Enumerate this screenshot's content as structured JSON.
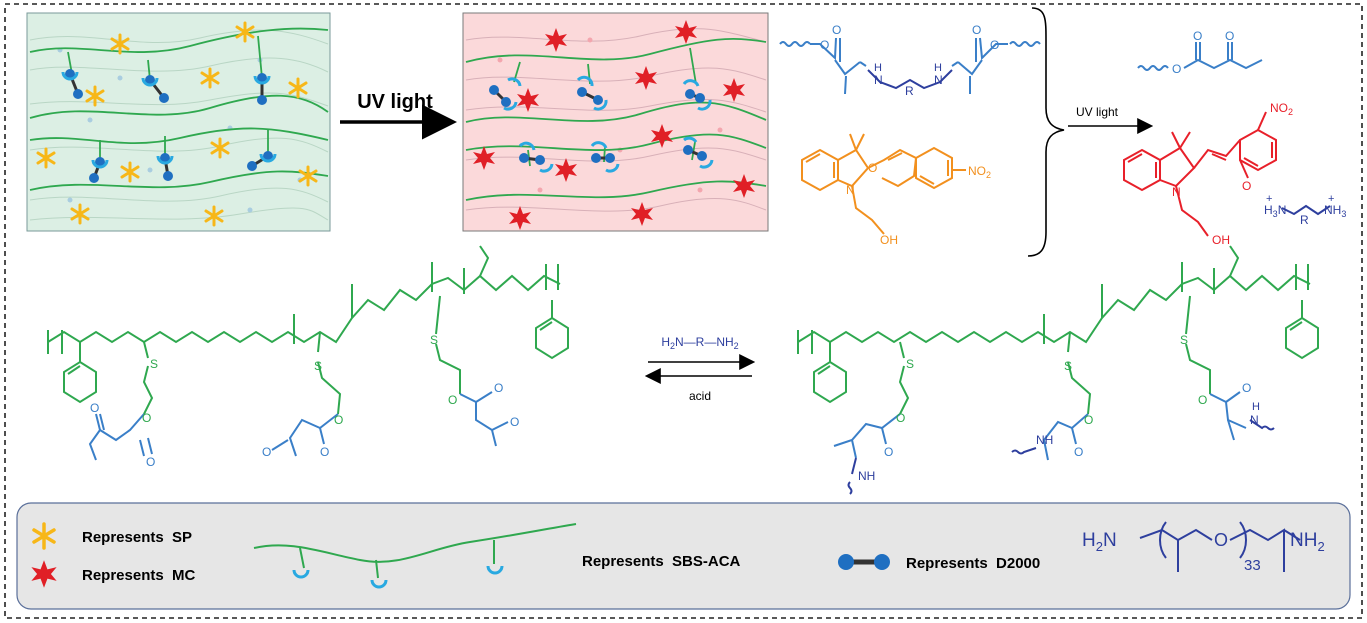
{
  "arrows": {
    "uv_main": "UV light",
    "uv_side": "UV light",
    "forward_reagent": {
      "pre": "H",
      "sub1": "2",
      "mid": "N—R—NH",
      "sub2": "2"
    },
    "reverse_reagent": "acid"
  },
  "molecules": {
    "crosslinker_atoms": {
      "h": "H",
      "n": "N",
      "r": "R"
    },
    "spiropyran_atoms": {
      "o": "O",
      "n": "N",
      "no2": "NO",
      "no2_sub": "2",
      "oh": "OH"
    },
    "merocyanine_atoms": {
      "n": "N",
      "no2": "NO",
      "no2_sub": "2",
      "o_minus": "O",
      "oh": "OH"
    },
    "diamine_cation": {
      "h3n": "H",
      "h3n_sub": "3",
      "n": "N",
      "r": "R",
      "nh3": "NH",
      "nh3_sub": "3",
      "plus": "+"
    },
    "polymer_atoms": {
      "s": "S",
      "o": "O",
      "nh": "NH",
      "h": "H",
      "n": "N"
    }
  },
  "legend": {
    "sp": "Represents  SP",
    "mc": "Represents  MC",
    "sbs_aca": "Represents  SBS-ACA",
    "d2000": "Represents  D2000",
    "d2000_formula": {
      "h2n": "H",
      "h2n_sub": "2",
      "h2n_n": "N",
      "o": "O",
      "sub33": "33",
      "nh2": "NH",
      "nh2_sub": "2"
    }
  },
  "colors": {
    "polymer_green": "#2fa84f",
    "acetoacetate_blue": "#3a7fc8",
    "amine_navy": "#2e3f9e",
    "spiropyran_orange": "#f2901e",
    "merocyanine_red": "#e8202a",
    "sp_star_yellow": "#f7b718",
    "mc_star_red": "#e01f26",
    "panel_green_bg": "#dcefe4",
    "panel_pink_bg": "#fbd9da",
    "legend_bg": "#e6e6e6",
    "crosslink_blue": "#1f6fc1",
    "crosslink_cyan": "#29a9e1"
  }
}
